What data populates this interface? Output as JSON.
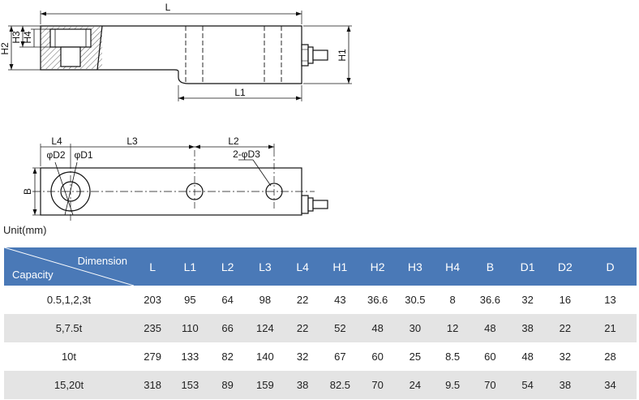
{
  "drawing": {
    "top_view_labels": {
      "L": "L",
      "L1": "L1",
      "H1": "H1",
      "H2": "H2",
      "H3": "H3",
      "H4": "H4"
    },
    "plan_view_labels": {
      "L4": "L4",
      "L3": "L3",
      "L2": "L2",
      "D2": "φD2",
      "D1": "φD1",
      "D3": "2-φD3",
      "B": "B"
    }
  },
  "unit_label": "Unit(mm)",
  "table": {
    "corner_dimension": "Dimension",
    "corner_capacity": "Capacity",
    "columns": [
      "L",
      "L1",
      "L2",
      "L3",
      "L4",
      "H1",
      "H2",
      "H3",
      "H4",
      "B",
      "D1",
      "D2",
      "D"
    ],
    "rows": [
      {
        "capacity": "0.5,1,2,3t",
        "values": [
          "203",
          "95",
          "64",
          "98",
          "22",
          "43",
          "36.6",
          "30.5",
          "8",
          "36.6",
          "32",
          "16",
          "13"
        ]
      },
      {
        "capacity": "5,7.5t",
        "values": [
          "235",
          "110",
          "66",
          "124",
          "22",
          "52",
          "48",
          "30",
          "12",
          "48",
          "38",
          "22",
          "21"
        ]
      },
      {
        "capacity": "10t",
        "values": [
          "279",
          "133",
          "82",
          "140",
          "32",
          "67",
          "60",
          "25",
          "8.5",
          "60",
          "48",
          "32",
          "28"
        ]
      },
      {
        "capacity": "15,20t",
        "values": [
          "318",
          "153",
          "89",
          "159",
          "38",
          "82.5",
          "70",
          "24",
          "9.5",
          "70",
          "54",
          "38",
          "34"
        ]
      }
    ]
  }
}
